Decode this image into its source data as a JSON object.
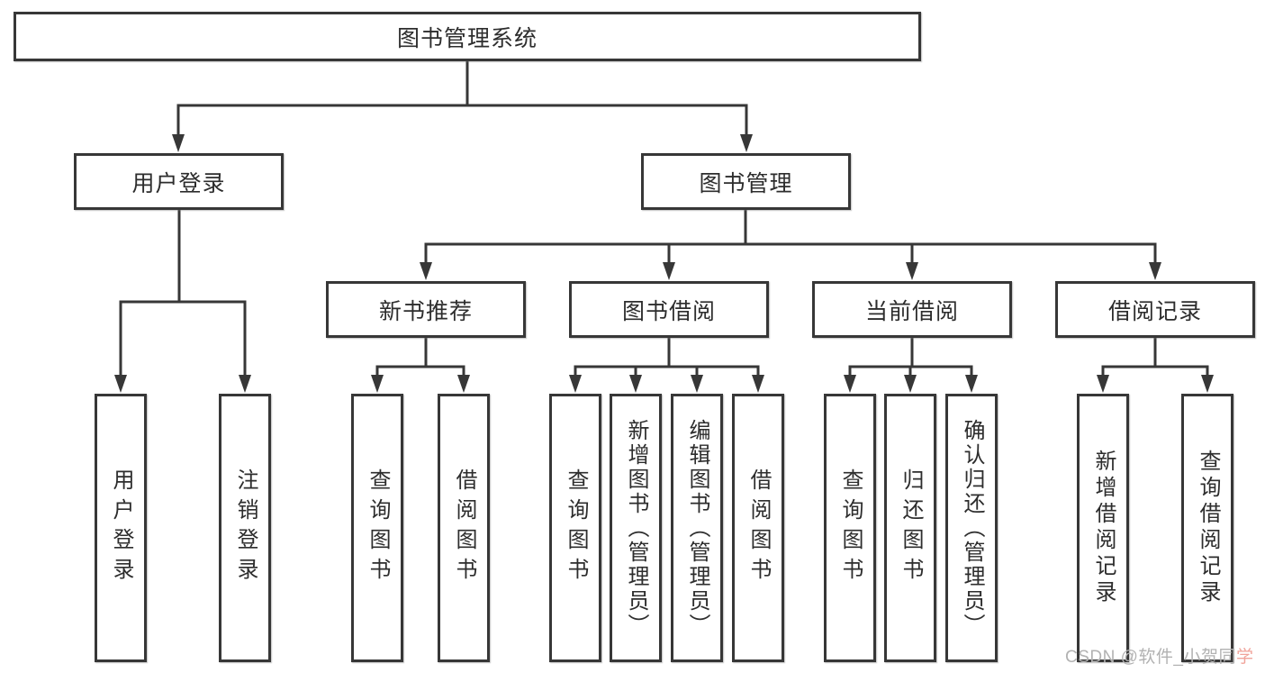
{
  "tree": {
    "root": {
      "label": "图书管理系统"
    },
    "user_login": {
      "label": "用户登录",
      "children": [
        {
          "label": "用户登录"
        },
        {
          "label": "注销登录"
        }
      ]
    },
    "book_mgmt": {
      "label": "图书管理"
    },
    "modules": [
      {
        "label": "新书推荐",
        "children": [
          {
            "label": "查询图书"
          },
          {
            "label": "借阅图书"
          }
        ]
      },
      {
        "label": "图书借阅",
        "children": [
          {
            "label": "查询图书"
          },
          {
            "label": "新增图书（管理员）"
          },
          {
            "label": "编辑图书（管理员）"
          },
          {
            "label": "借阅图书"
          }
        ]
      },
      {
        "label": "当前借阅",
        "children": [
          {
            "label": "查询图书"
          },
          {
            "label": "归还图书"
          },
          {
            "label": "确认归还（管理员）"
          }
        ]
      },
      {
        "label": "借阅记录",
        "children": [
          {
            "label": "新增借阅记录"
          },
          {
            "label": "查询借阅记录"
          }
        ]
      }
    ]
  },
  "watermark": {
    "prefix": "CSDN @软件_小贺同",
    "accent": "学"
  },
  "colors": {
    "line": "#373737",
    "box_border": "#373737",
    "text": "#2d2d2d",
    "background": "#ffffff",
    "watermark": "#b2b2b2",
    "watermark_accent": "#f0a39a"
  }
}
